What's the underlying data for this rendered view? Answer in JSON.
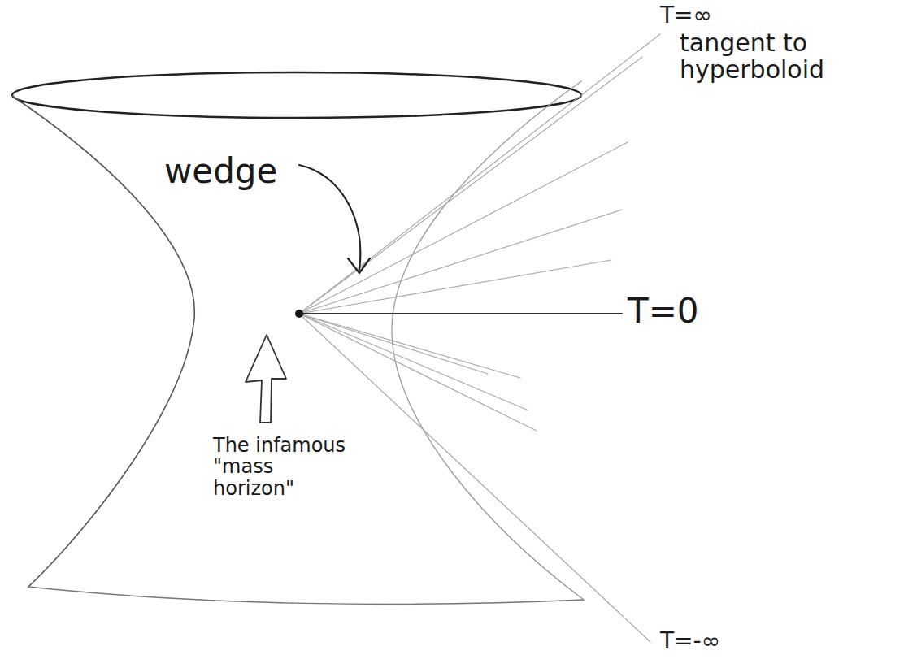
{
  "diagram": {
    "labels": [
      "T=∞",
      "tangent to hyperboloid",
      "wedge",
      "T=0",
      "The infamous \"mass horizon\"",
      "T=-∞"
    ]
  }
}
